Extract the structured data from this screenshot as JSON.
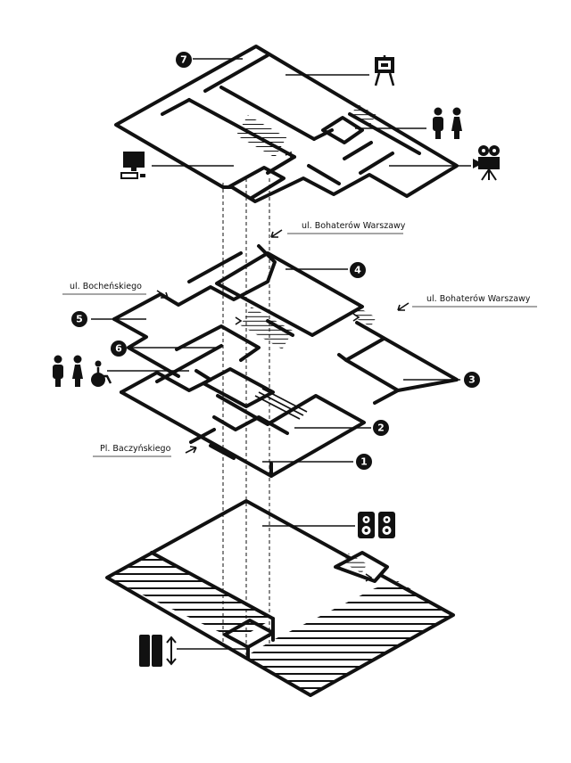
{
  "labels": {
    "bohaterow_top": "ul. Bohaterów Warszawy",
    "bohaterow_right": "ul. Bohaterów Warszawy",
    "bochenskiego": "ul. Bocheńskiego",
    "baczynskiego": "Pl. Baczyńskiego"
  },
  "markers": {
    "m1": "1",
    "m2": "2",
    "m3": "3",
    "m4": "4",
    "m5": "5",
    "m6": "6",
    "m7": "7"
  },
  "icons": {
    "top_floor": [
      "easel-icon",
      "people-icon",
      "movie-camera-icon",
      "computer-icon"
    ],
    "ground_floor": [
      "accessibility-people-icon"
    ],
    "basement": [
      "speakers-icon",
      "elevator-icon"
    ]
  },
  "colors": {
    "ink": "#111111",
    "background": "#ffffff"
  }
}
